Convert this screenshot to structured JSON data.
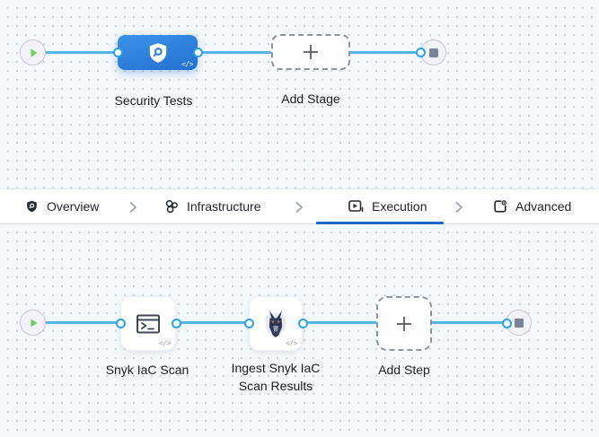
{
  "stage_flow": {
    "start": {
      "icon": "play-icon"
    },
    "stage": {
      "label": "Security Tests",
      "icon": "security-shield-icon"
    },
    "add_stage": {
      "label": "Add Stage",
      "icon": "plus-icon"
    },
    "end": {
      "icon": "stop-icon"
    }
  },
  "tab_bar": {
    "tabs": [
      {
        "label": "Overview",
        "icon": "shield-icon",
        "active": false
      },
      {
        "label": "Infrastructure",
        "icon": "infrastructure-icon",
        "active": false
      },
      {
        "label": "Execution",
        "icon": "execution-icon",
        "active": true
      },
      {
        "label": "Advanced",
        "icon": "advanced-icon",
        "active": false
      }
    ],
    "separator_icon": "chevron-right-icon"
  },
  "step_flow": {
    "start": {
      "icon": "play-icon"
    },
    "steps": [
      {
        "label": "Snyk IaC Scan",
        "icon": "terminal-icon"
      },
      {
        "label": "Ingest Snyk IaC Scan Results",
        "icon": "snyk-logo-icon"
      }
    ],
    "add_step": {
      "label": "Add Step",
      "icon": "plus-icon"
    },
    "end": {
      "icon": "stop-icon"
    }
  },
  "icons": {
    "code_glyph": "</>"
  },
  "colors": {
    "accent_blue": "#2f84dd",
    "connector_line": "#56b4e9",
    "connector_dot_ring": "#2ba2e5",
    "active_tab_underline": "#2067c8",
    "play_green": "#6fce58",
    "stop_gray": "#7b8397",
    "canvas_bg": "#f5f8fc"
  }
}
